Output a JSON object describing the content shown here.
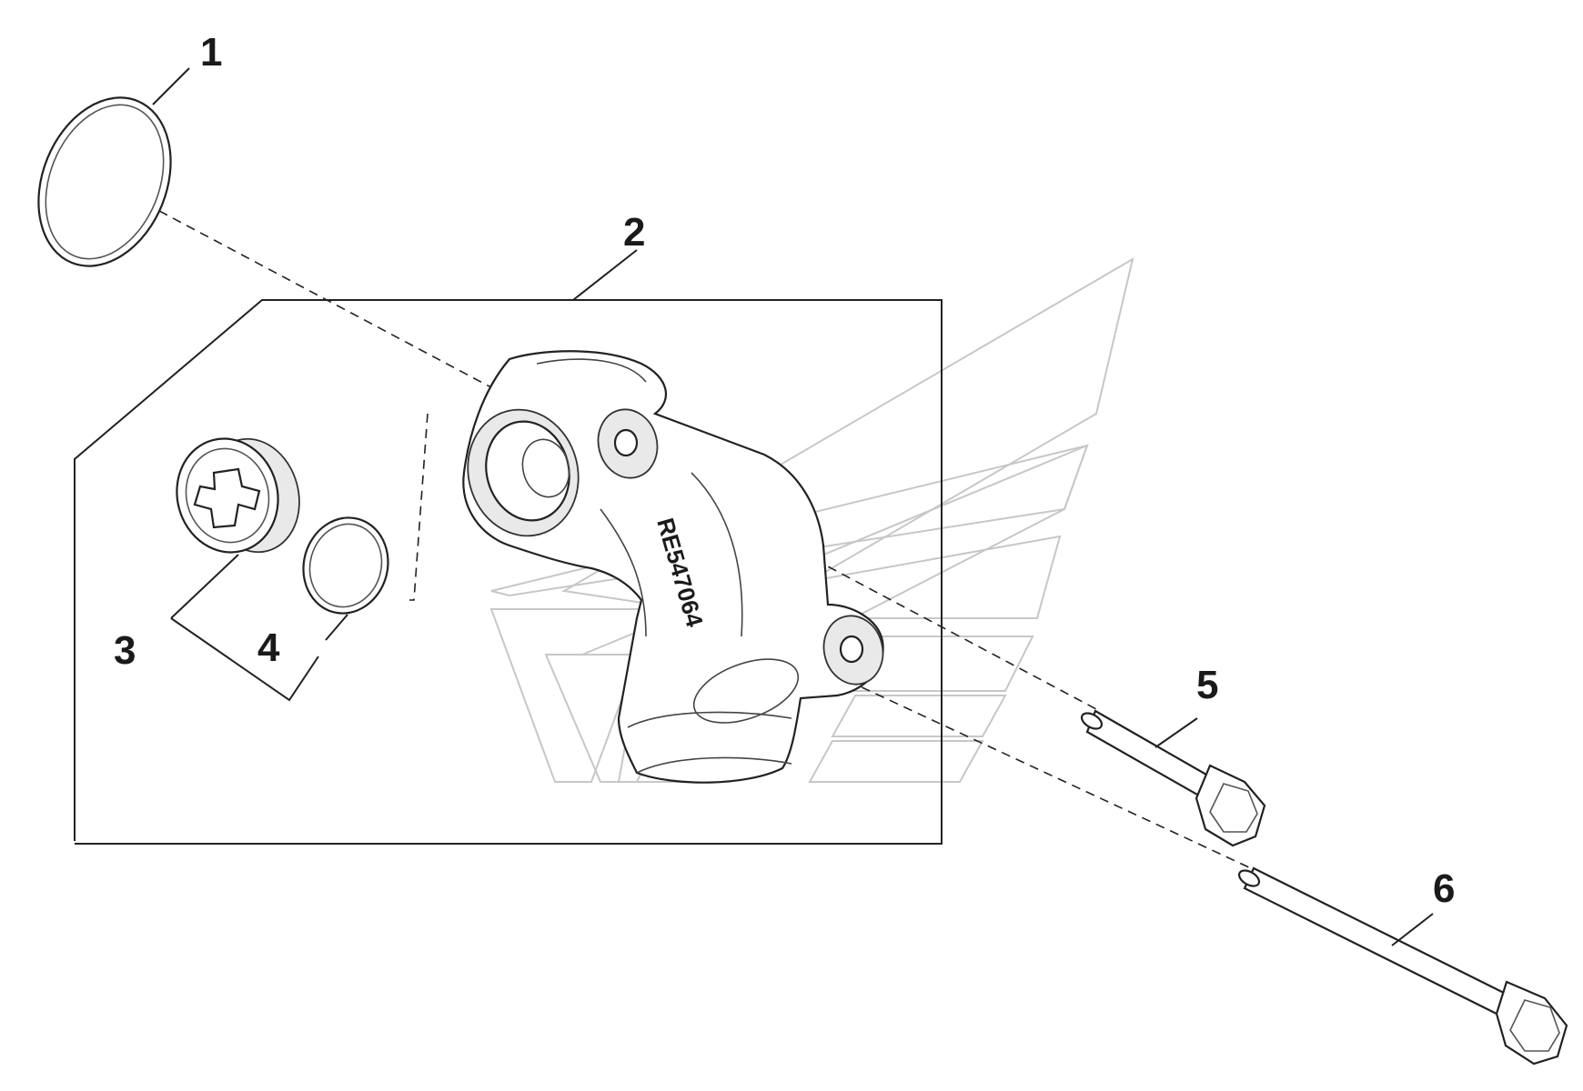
{
  "diagram": {
    "part_number_stamp": "RE547064",
    "callouts": [
      {
        "id": "1",
        "label": "1"
      },
      {
        "id": "2",
        "label": "2"
      },
      {
        "id": "3",
        "label": "3"
      },
      {
        "id": "4",
        "label": "4"
      },
      {
        "id": "5",
        "label": "5"
      },
      {
        "id": "6",
        "label": "6"
      }
    ],
    "parts": [
      {
        "callout": "1",
        "name": "o-ring-large"
      },
      {
        "callout": "2",
        "name": "elbow-housing"
      },
      {
        "callout": "3",
        "name": "plug"
      },
      {
        "callout": "4",
        "name": "o-ring-small"
      },
      {
        "callout": "5",
        "name": "bolt-short"
      },
      {
        "callout": "6",
        "name": "bolt-long"
      }
    ],
    "watermark": "logo-watermark"
  }
}
